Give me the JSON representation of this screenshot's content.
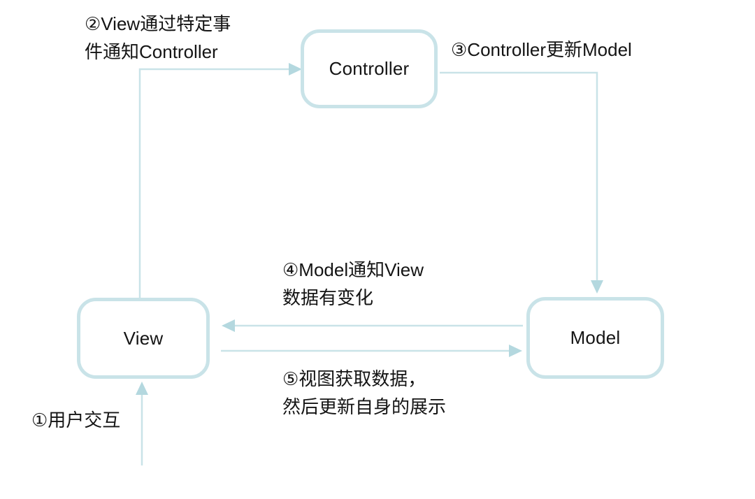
{
  "diagram": {
    "nodes": {
      "controller": {
        "label": "Controller"
      },
      "view": {
        "label": "View"
      },
      "model": {
        "label": "Model"
      }
    },
    "annotations": {
      "step1": {
        "text": "①用户交互"
      },
      "step2": {
        "text": "②View通过特定事\n件通知Controller"
      },
      "step3": {
        "text": "③Controller更新Model"
      },
      "step4": {
        "text": "④Model通知View\n数据有变化"
      },
      "step5": {
        "text": "⑤视图获取数据，\n然后更新自身的展示"
      }
    },
    "colors": {
      "line": "#c9e3e8",
      "arrowhead": "#b4d8df",
      "text": "#141414",
      "background": "#ffffff"
    }
  }
}
